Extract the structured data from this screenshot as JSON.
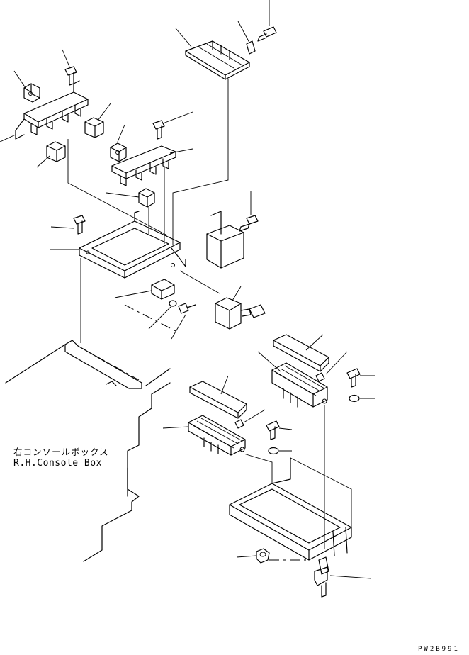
{
  "labels": {
    "console_box_jp": "右コンソールボックス",
    "console_box_en": "R.H.Console Box",
    "drawing_code": "PW2B991"
  }
}
